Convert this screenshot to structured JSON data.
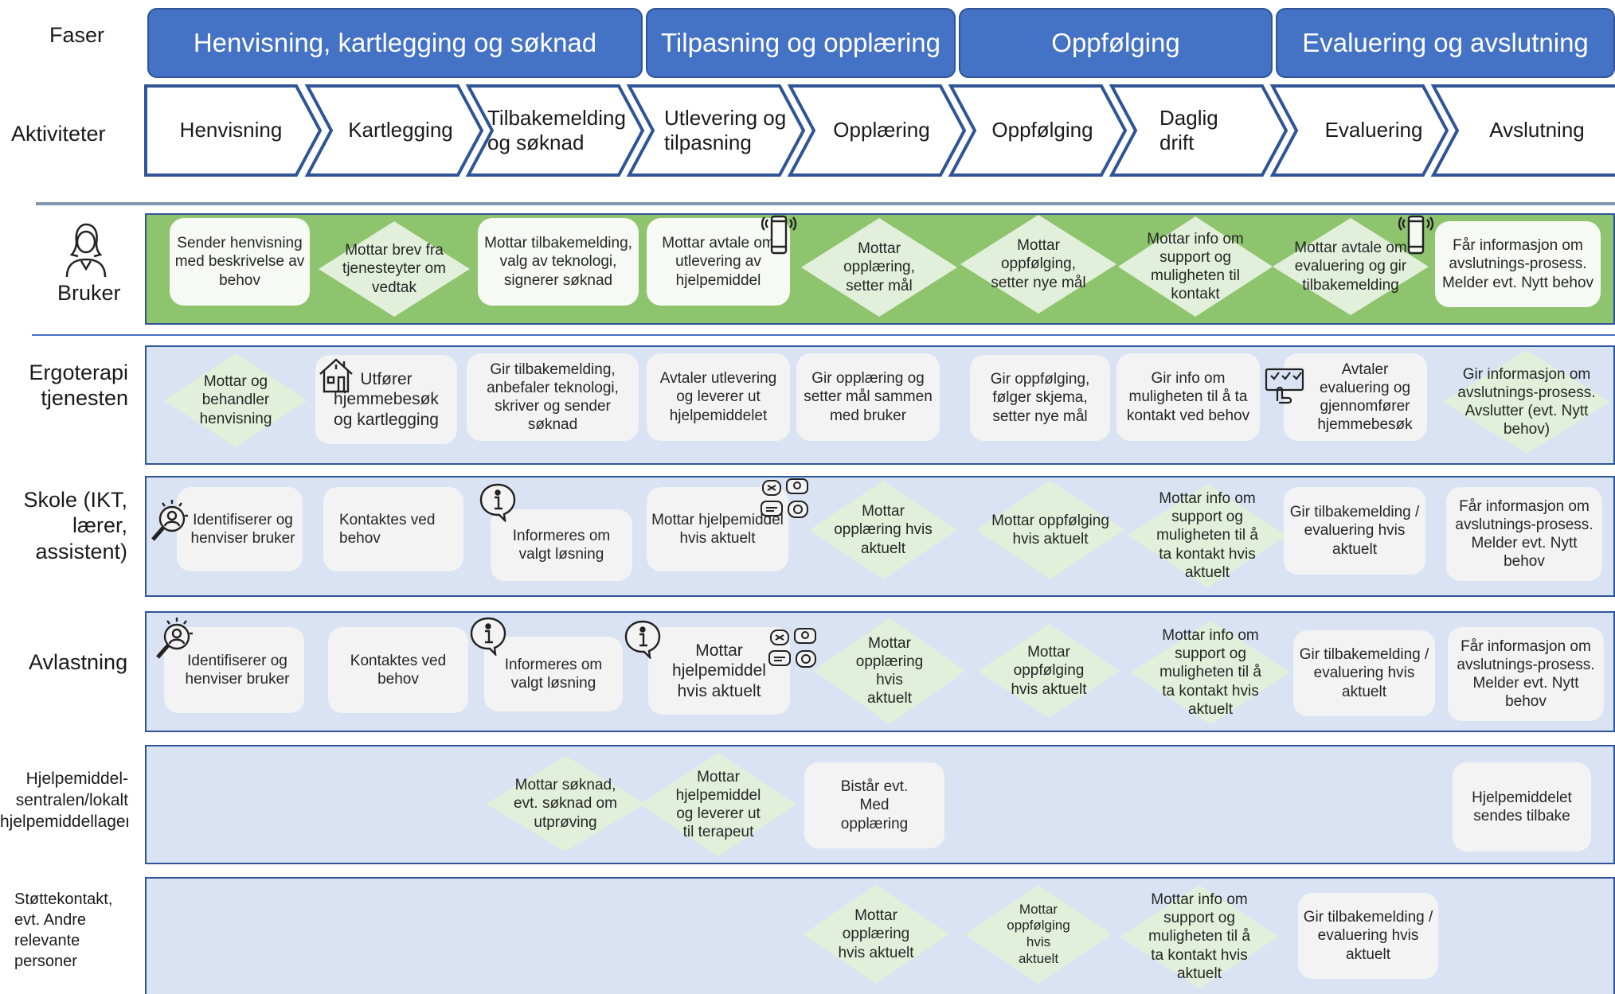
{
  "row_labels": {
    "faser": "Faser",
    "aktiviteter": "Aktiviteter",
    "bruker": "Bruker",
    "ergo": [
      "Ergoterapi",
      "tjenesten"
    ],
    "skole": [
      "Skole (IKT,",
      "lærer,",
      "assistent)"
    ],
    "avlastning": "Avlastning",
    "hjelpemiddel": [
      "Hjelpemiddel-",
      "sentralen/lokalt",
      "hjelpemiddellager"
    ],
    "stotte": [
      "Støttekontakt,",
      "evt. Andre",
      "relevante",
      "personer"
    ]
  },
  "phases": [
    "Henvisning, kartlegging og søknad",
    "Tilpasning og opplæring",
    "Oppfølging",
    "Evaluering og avslutning"
  ],
  "activities": [
    "Henvisning",
    "Kartlegging",
    "Tilbakemelding og søknad",
    "Utlevering og tilpasning",
    "Opplæring",
    "Oppfølging",
    "Daglig drift",
    "Evaluering",
    "Avslutning"
  ],
  "bruker": [
    "Sender henvisning med beskrivelse av behov",
    "Mottar brev fra tjenesteyter om vedtak",
    "Mottar tilbakemelding, valg av teknologi, signerer søknad",
    "Mottar avtale om utlevering av hjelpemiddel",
    "Mottar opplæring, setter mål",
    "Mottar oppfølging, setter nye mål",
    "Mottar info om support og muligheten til kontakt",
    "Mottar avtale om evaluering og gir tilbakemelding",
    "Får informasjon om avslutnings-prosess. Melder evt. Nytt behov"
  ],
  "ergo": [
    "Mottar og behandler henvisning",
    "Utfører hjemmebesøk og kartlegging",
    "Gir tilbakemelding, anbefaler teknologi, skriver og sender søknad",
    "Avtaler utlevering og leverer ut hjelpemiddelet",
    "Gir opplæring og setter mål sammen med bruker",
    "Gir oppfølging, følger skjema, setter nye mål",
    "Gir info om muligheten til å ta kontakt ved behov",
    "Avtaler evaluering og gjennomfører hjemmebesøk",
    "Gir informasjon om avslutnings-prosess. Avslutter (evt. Nytt behov)"
  ],
  "skole": [
    "Identifiserer og henviser bruker",
    "Kontaktes ved behov",
    "Informeres om valgt løsning",
    "Mottar hjelpemiddel hvis aktuelt",
    "Mottar opplæring hvis aktuelt",
    "Mottar oppfølging hvis aktuelt",
    "Mottar info om support og muligheten til å ta kontakt hvis aktuelt",
    "Gir tilbakemelding / evaluering hvis aktuelt",
    "Får informasjon om avslutnings-prosess. Melder evt. Nytt behov"
  ],
  "avlastning": [
    "Identifiserer og henviser bruker",
    "Kontaktes ved behov",
    "Informeres om valgt løsning",
    "Mottar hjelpemiddel hvis aktuelt",
    "Mottar opplæring hvis aktuelt",
    "Mottar oppfølging hvis aktuelt",
    "Mottar info om support og muligheten til å ta kontakt hvis aktuelt",
    "Gir tilbakemelding / evaluering hvis aktuelt",
    "Får informasjon om avslutnings-prosess. Melder evt. Nytt behov"
  ],
  "hjelpemiddel": [
    "Mottar søknad, evt. søknad om utprøving",
    "Mottar hjelpemiddel og leverer ut til terapeut",
    "Bistår evt. Med opplæring",
    "Hjelpemiddelet sendes tilbake"
  ],
  "stotte": [
    "Mottar opplæring hvis aktuelt",
    "Mottar oppfølging hvis aktuelt",
    "Mottar info om support og muligheten til å ta kontakt hvis aktuelt",
    "Gir tilbakemelding / evaluering hvis aktuelt"
  ],
  "colors": {
    "phase_fill": "#4472c4",
    "chevron_outline": "#2f5597",
    "bruker_band": "#8fc46f",
    "blue_band": "#dae3f3",
    "diamond": "#e2efda"
  },
  "icons": [
    "person-icon",
    "phone-icon",
    "house-icon",
    "info-icon",
    "magnifier-person-icon",
    "chat-bubbles-icon",
    "clipboard-hand-icon"
  ]
}
